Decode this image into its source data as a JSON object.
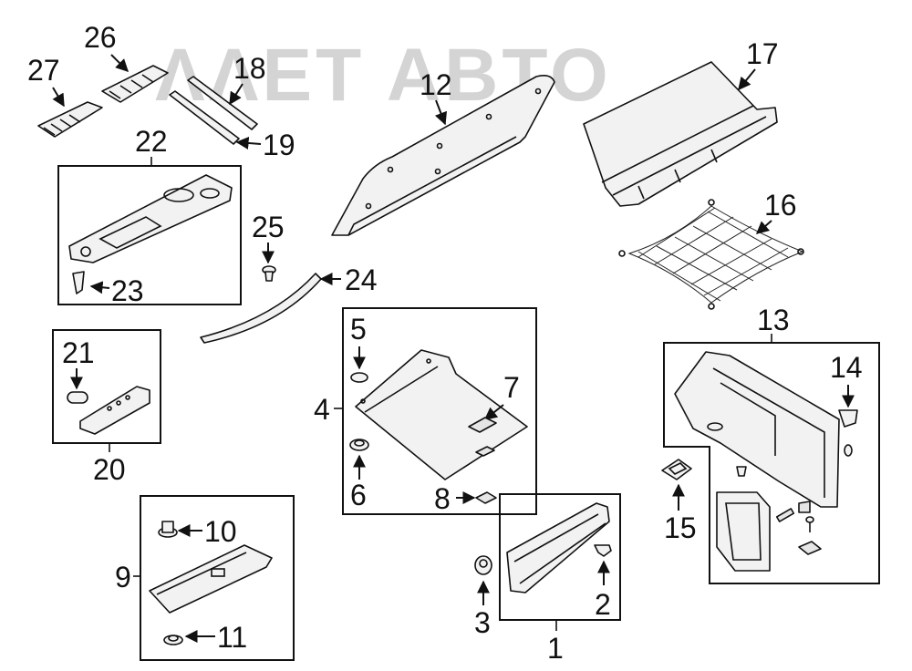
{
  "watermark": "ΛΛΕΤ ΑΒΤΟ",
  "callouts": {
    "c1": "1",
    "c2": "2",
    "c3": "3",
    "c4": "4",
    "c5": "5",
    "c6": "6",
    "c7": "7",
    "c8": "8",
    "c9": "9",
    "c10": "10",
    "c11": "11",
    "c12": "12",
    "c13": "13",
    "c14": "14",
    "c15": "15",
    "c16": "16",
    "c17": "17",
    "c18": "18",
    "c19": "19",
    "c20": "20",
    "c21": "21",
    "c22": "22",
    "c23": "23",
    "c24": "24",
    "c25": "25",
    "c26": "26",
    "c27": "27"
  },
  "colors": {
    "line": "#111111",
    "part_fill": "#f2f2f2",
    "watermark": "#d4d4d4"
  }
}
